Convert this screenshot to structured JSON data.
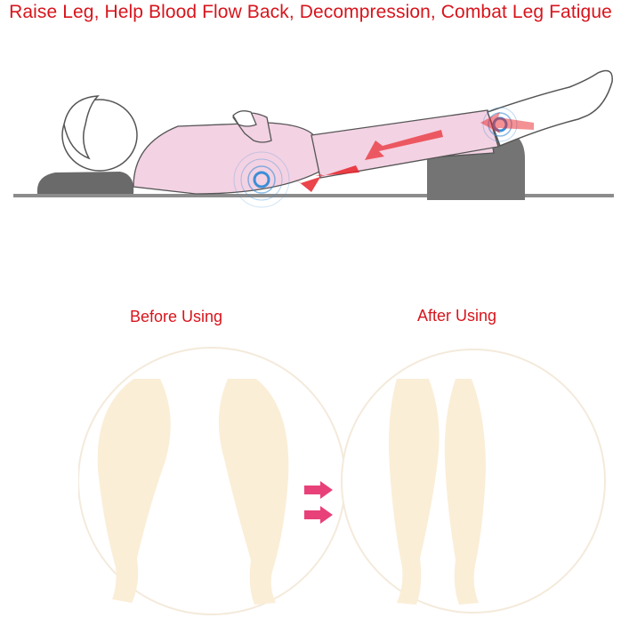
{
  "headline": "Raise Leg, Help Blood Flow Back, Decompression, Combat Leg Fatigue",
  "comparison": {
    "before_label": "Before Using",
    "after_label": "After Using"
  },
  "colors": {
    "accent_red": "#d8141c",
    "pink_arrow": "#e8417a",
    "pajama_pink": "#f4d4e4",
    "pillow_gray": "#6f6f6f",
    "leg_skin": "#fbeed7"
  }
}
